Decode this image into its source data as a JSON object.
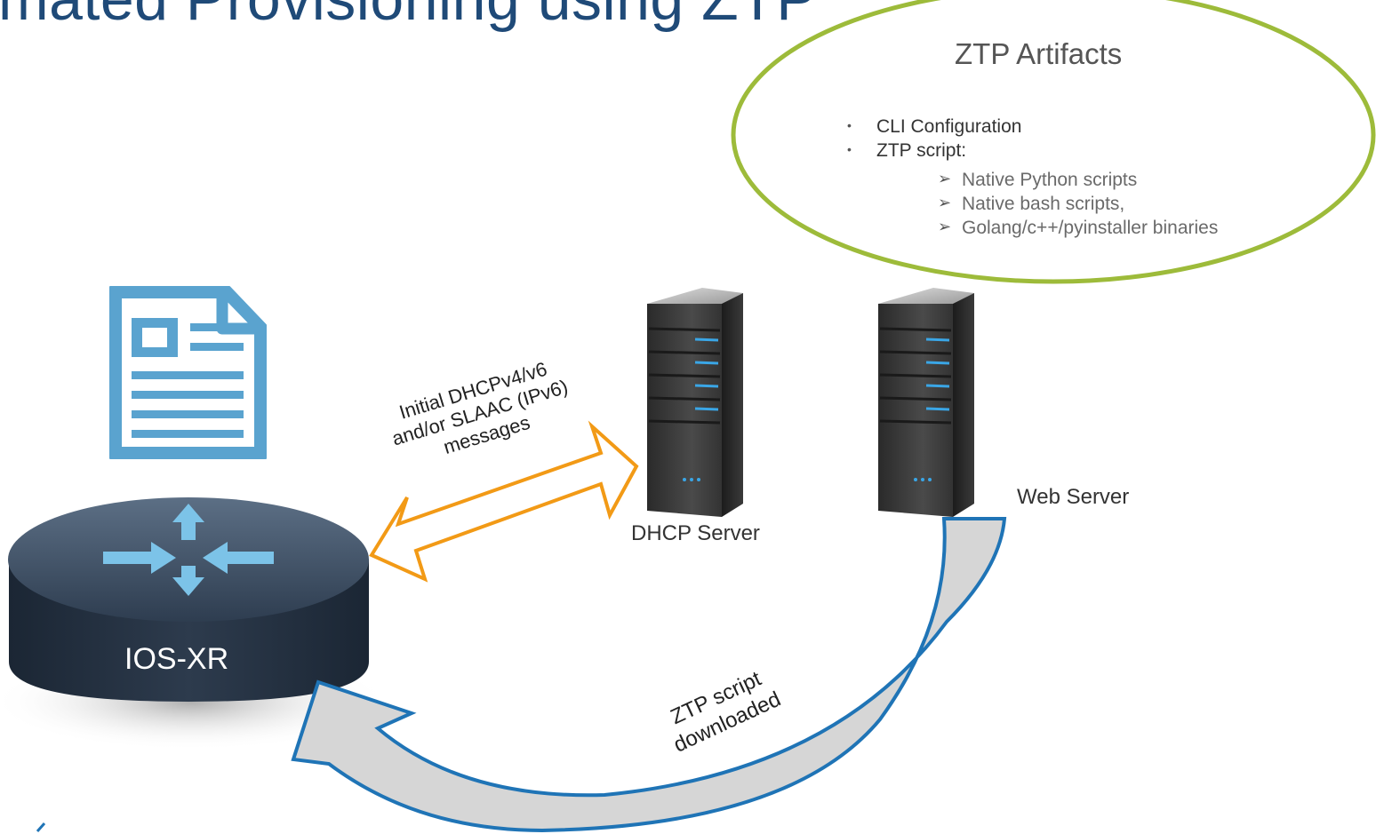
{
  "title": "mated Provisioning using ZTP",
  "artifacts": {
    "title": "ZTP Artifacts",
    "items": [
      "CLI Configuration",
      "ZTP script:"
    ],
    "subitems": [
      "Native Python scripts",
      "Native bash scripts,",
      "Golang/c++/pyinstaller binaries"
    ]
  },
  "nodes": {
    "router": "IOS-XR",
    "dhcp": "DHCP Server",
    "web": "Web Server"
  },
  "dhcp_message": [
    "Initial DHCPv4/v6",
    "and/or SLAAC (IPv6)",
    "messages"
  ],
  "download_message": [
    "ZTP script",
    "downloaded"
  ],
  "colors": {
    "title": "#1f4a78",
    "ellipse_border": "#9dbb3a",
    "dhcp_arrow": "#f29a16",
    "download_arrow": "#1f74b6",
    "document_icon": "#5aa3cf",
    "router_body": "#2b3a4c",
    "router_arrows": "#7cc3e8"
  }
}
